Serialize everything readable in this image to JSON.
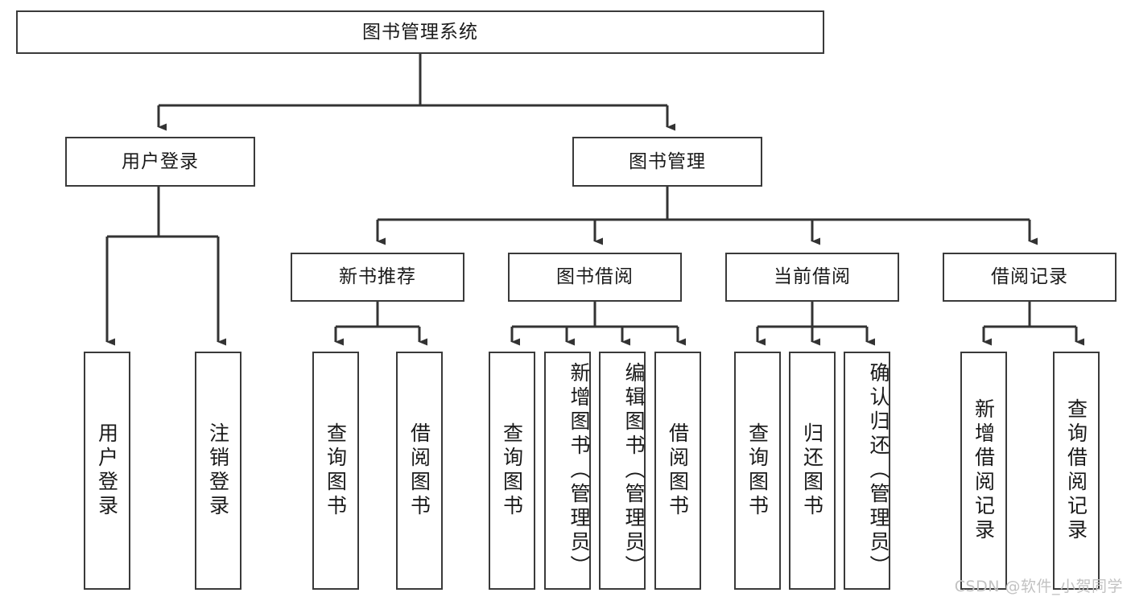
{
  "diagram": {
    "title": "图书管理系统",
    "type": "tree-hierarchy",
    "root": {
      "label": "图书管理系统"
    },
    "level2": [
      {
        "label": "用户登录"
      },
      {
        "label": "图书管理"
      }
    ],
    "level3": [
      {
        "label": "新书推荐"
      },
      {
        "label": "图书借阅"
      },
      {
        "label": "当前借阅"
      },
      {
        "label": "借阅记录"
      }
    ],
    "leaves": {
      "user_login": [
        {
          "label": "用户登录"
        },
        {
          "label": "注销登录"
        }
      ],
      "new_book_recommend": [
        {
          "label": "查询图书"
        },
        {
          "label": "借阅图书"
        }
      ],
      "book_borrow": [
        {
          "label": "查询图书"
        },
        {
          "label": "新增图书（管理员）"
        },
        {
          "label": "编辑图书（管理员）"
        },
        {
          "label": "借阅图书"
        }
      ],
      "current_borrow": [
        {
          "label": "查询图书"
        },
        {
          "label": "归还图书"
        },
        {
          "label": "确认归还（管理员）"
        }
      ],
      "borrow_record": [
        {
          "label": "新增借阅记录"
        },
        {
          "label": "查询借阅记录"
        }
      ]
    }
  },
  "watermark": {
    "text": "CSDN @软件_小贺同学"
  },
  "colors": {
    "box_border": "#3a3a3a",
    "background": "#ffffff",
    "text": "#1a1a1a",
    "connector": "#333333",
    "watermark": "#c2c2c2"
  }
}
